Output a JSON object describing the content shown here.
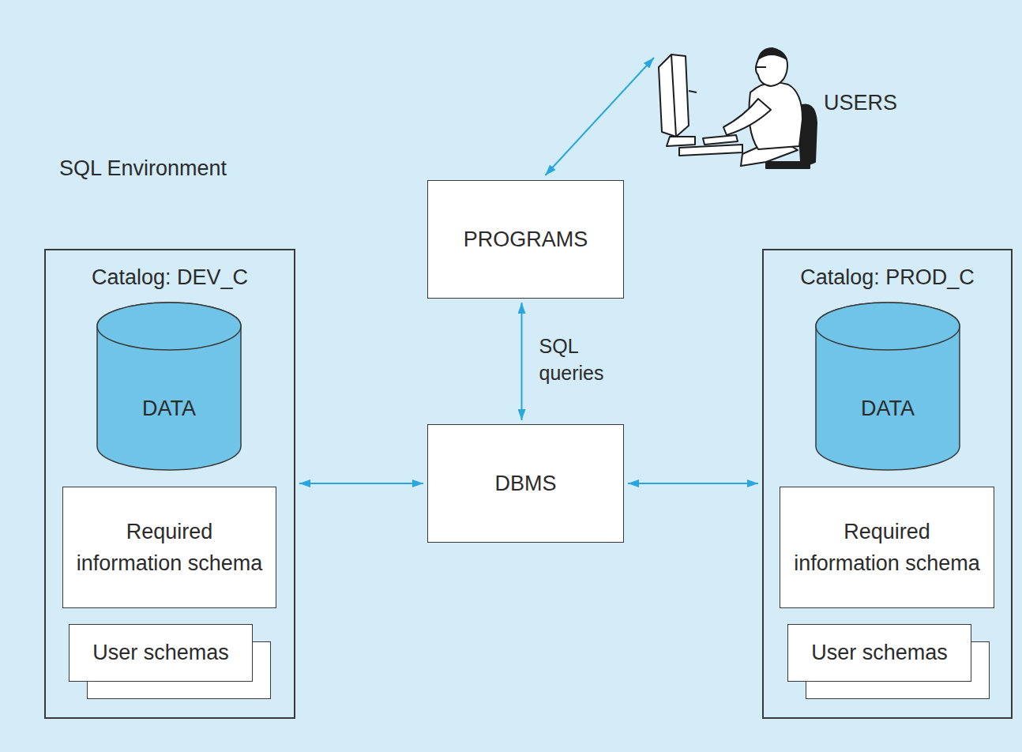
{
  "diagram": {
    "nodes": [
      {
        "text": [
          "SQL Environment"
        ]
      },
      {
        "text": [
          "USERS"
        ],
        "in": 0
      },
      {
        "text": [
          "PROGRAMS"
        ],
        "in": 0
      },
      {
        "text": [
          "Catalog: DEV_C"
        ],
        "in": 0
      },
      {
        "text": [
          "DATA"
        ],
        "in": 3
      },
      {
        "text": [
          "Required information schema"
        ],
        "in": 3
      },
      {
        "text": [
          "User schemas"
        ],
        "in": 3
      },
      {
        "text": [
          "DBMS"
        ],
        "in": 0
      },
      {
        "text": [
          "Catalog: PROD_C"
        ],
        "in": 0
      },
      {
        "text": [
          "DATA"
        ],
        "in": 8
      },
      {
        "text": [
          "Required information schema"
        ],
        "in": 8
      },
      {
        "text": [
          "User schemas"
        ],
        "in": 8
      }
    ],
    "edges": [
      {
        "from": 1,
        "to": 2,
        "arrow": "both"
      },
      {
        "from": 2,
        "to": 7,
        "label": "SQL queries",
        "arrow": "both"
      },
      {
        "from": 7,
        "to": 3,
        "arrow": "both"
      },
      {
        "from": 7,
        "to": 8,
        "arrow": "both"
      }
    ]
  }
}
